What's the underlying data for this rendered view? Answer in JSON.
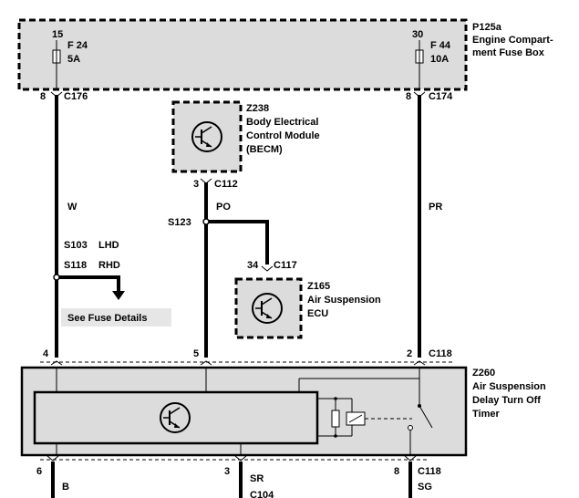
{
  "fuse_box": {
    "id": "P125a",
    "name_line1": "Engine Compart-",
    "name_line2": "ment Fuse Box",
    "fuse_left": {
      "pin": "15",
      "fuse": "F 24",
      "rating": "5A"
    },
    "fuse_right": {
      "pin": "30",
      "fuse": "F 44",
      "rating": "10A"
    }
  },
  "connectors": {
    "c176": {
      "pin": "8",
      "name": "C176"
    },
    "c174": {
      "pin": "8",
      "name": "C174"
    },
    "c112": {
      "pin": "3",
      "name": "C112"
    },
    "c117": {
      "pin": "34",
      "name": "C117"
    },
    "c118_top_left": {
      "pin": "4"
    },
    "c118_top_mid": {
      "pin": "5"
    },
    "c118_top_right": {
      "pin": "2",
      "name": "C118"
    },
    "bottom_left": {
      "pin": "6",
      "wire": "B"
    },
    "bottom_mid": {
      "pin": "3",
      "wire": "SR",
      "name": "C104"
    },
    "bottom_right": {
      "pin": "8",
      "name": "C118",
      "wire": "SG"
    }
  },
  "becm": {
    "id": "Z238",
    "line1": "Body Electrical",
    "line2": "Control Module",
    "line3": "(BECM)"
  },
  "ecu": {
    "id": "Z165",
    "line1": "Air Suspension",
    "line2": "ECU"
  },
  "timer": {
    "id": "Z260",
    "line1": "Air Suspension",
    "line2": "Delay Turn Off",
    "line3": "Timer"
  },
  "wires": {
    "left_color": "W",
    "mid_color": "PO",
    "right_color": "PR"
  },
  "splices": {
    "s103": {
      "name": "S103",
      "variant": "LHD"
    },
    "s118": {
      "name": "S118",
      "variant": "RHD"
    },
    "s123": {
      "name": "S123"
    }
  },
  "note": "See Fuse Details"
}
